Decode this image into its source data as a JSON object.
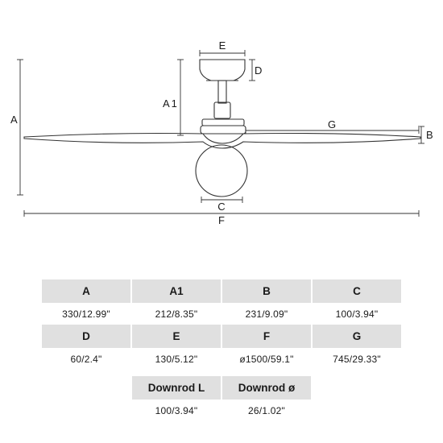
{
  "diagram": {
    "labels": {
      "a": "A",
      "a1": "A1",
      "b": "B",
      "c": "C",
      "d": "D",
      "e": "E",
      "f": "F",
      "g": "G"
    }
  },
  "specs": {
    "row1": [
      {
        "key": "A",
        "value": "330/12.99\""
      },
      {
        "key": "A1",
        "value": "212/8.35\""
      },
      {
        "key": "B",
        "value": "231/9.09\""
      },
      {
        "key": "C",
        "value": "100/3.94\""
      }
    ],
    "row2": [
      {
        "key": "D",
        "value": "60/2.4\""
      },
      {
        "key": "E",
        "value": "130/5.12\""
      },
      {
        "key": "F",
        "value": "ø1500/59.1\""
      },
      {
        "key": "G",
        "value": "745/29.33\""
      }
    ],
    "row3": [
      {
        "key": "Downrod L",
        "value": "100/3.94\""
      },
      {
        "key": "Downrod ø",
        "value": "26/1.02\""
      }
    ]
  }
}
